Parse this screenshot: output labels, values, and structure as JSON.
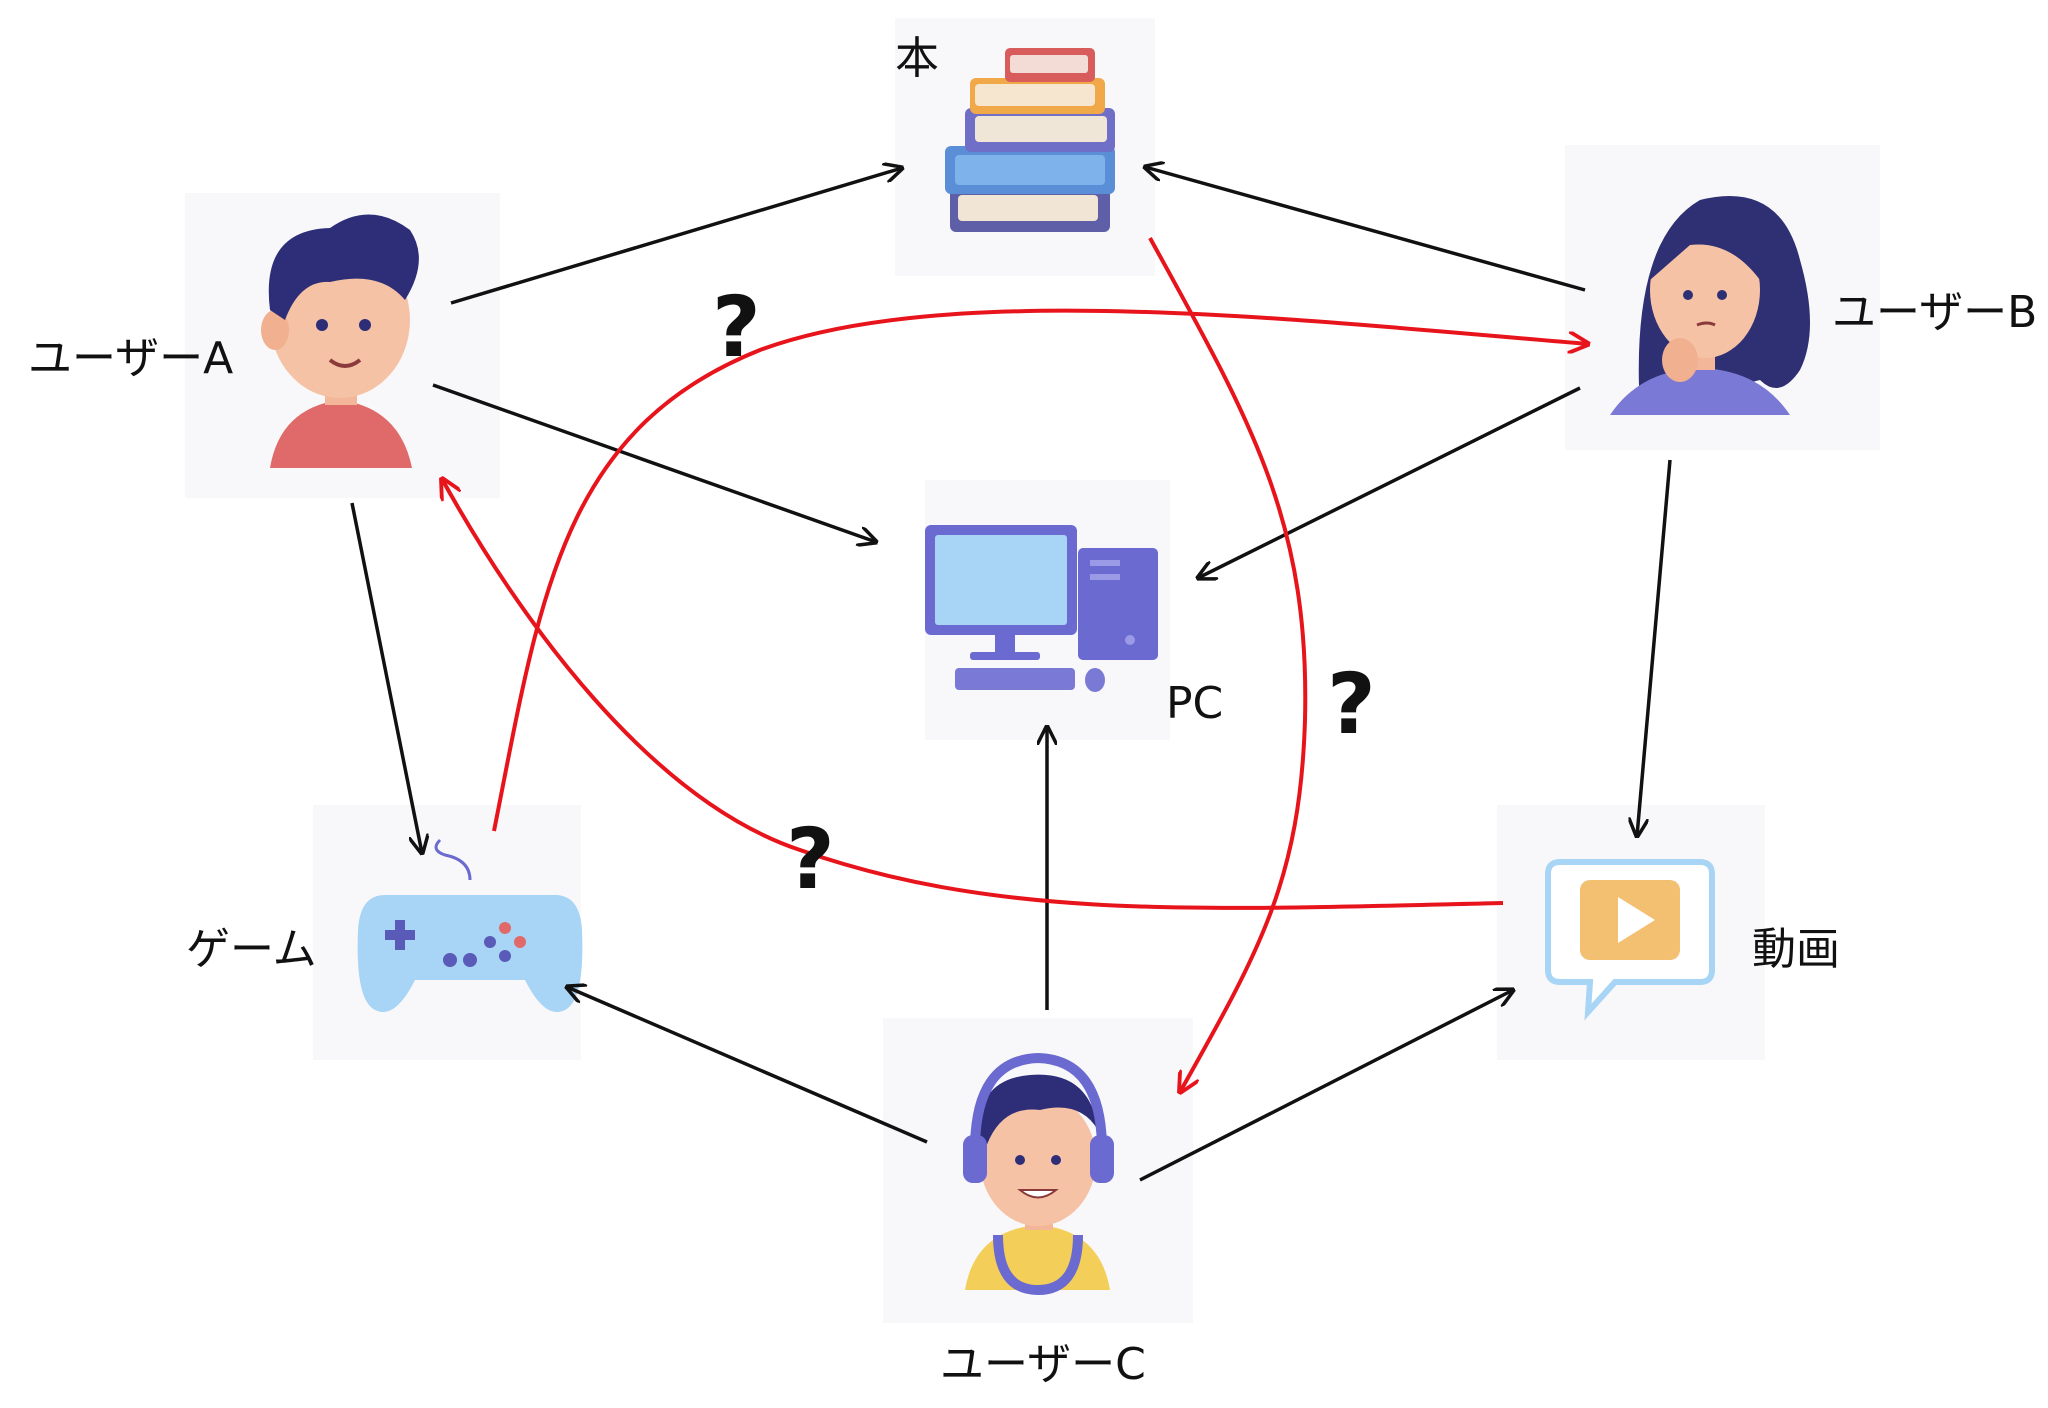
{
  "nodes": {
    "book": {
      "label": "本"
    },
    "user_a": {
      "label": "ユーザーA"
    },
    "user_b": {
      "label": "ユーザーB"
    },
    "user_c": {
      "label": "ユーザーC"
    },
    "pc": {
      "label": "PC"
    },
    "game": {
      "label": "ゲーム"
    },
    "video": {
      "label": "動画"
    }
  },
  "question_marks": [
    "?",
    "?",
    "?"
  ],
  "edges": [
    {
      "from": "user_a",
      "to": "book",
      "kind": "known"
    },
    {
      "from": "user_a",
      "to": "pc",
      "kind": "known"
    },
    {
      "from": "user_a",
      "to": "game",
      "kind": "known"
    },
    {
      "from": "user_b",
      "to": "book",
      "kind": "known"
    },
    {
      "from": "user_b",
      "to": "pc",
      "kind": "known"
    },
    {
      "from": "user_b",
      "to": "video",
      "kind": "known"
    },
    {
      "from": "user_c",
      "to": "pc",
      "kind": "known"
    },
    {
      "from": "user_c",
      "to": "game",
      "kind": "known"
    },
    {
      "from": "user_c",
      "to": "video",
      "kind": "known"
    },
    {
      "from": "game",
      "to": "user_b",
      "kind": "recommended"
    },
    {
      "from": "book",
      "to": "user_c",
      "kind": "recommended"
    },
    {
      "from": "video",
      "to": "user_a",
      "kind": "recommended"
    }
  ],
  "colors": {
    "known_edge": "#111111",
    "recommended_edge": "#e8141c"
  }
}
